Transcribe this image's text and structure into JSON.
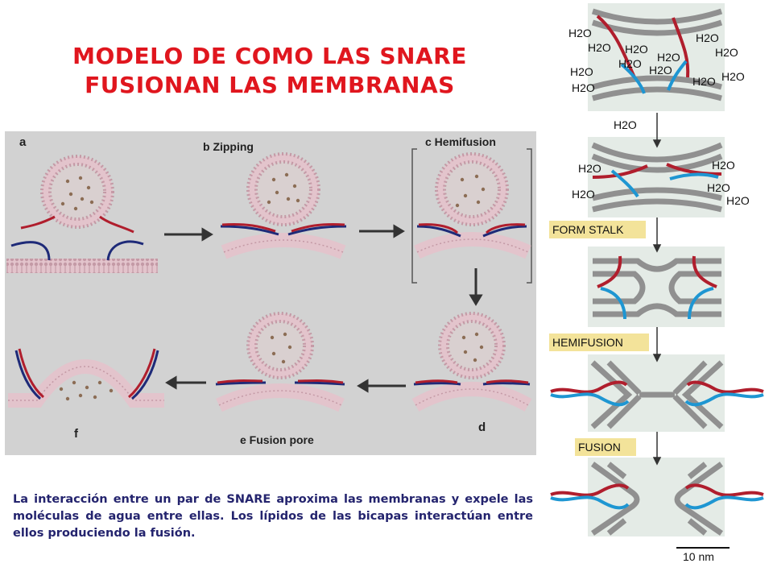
{
  "title": {
    "line1": "MODELO DE COMO LAS SNARE",
    "line2": "FUSIONAN LAS MEMBRANAS"
  },
  "caption": "La interacción entre un par de SNARE aproxima las membranas y expele las moléculas de agua entre ellas. Los lípidos de las bicapas interactúan entre ellos produciendo la fusión.",
  "left_figure": {
    "panel_a": "a",
    "panel_b": "b Zipping",
    "panel_c": "c Hemifusion",
    "panel_d": "d",
    "panel_e": "e Fusion pore",
    "panel_f": "f"
  },
  "right_figure": {
    "water_label": "H2O",
    "stage_form_stalk": "FORM STALK",
    "stage_hemifusion": "HEMIFUSION",
    "stage_fusion": "FUSION",
    "scale_bar": "10 nm"
  },
  "colors": {
    "title_red": "#e0161e",
    "caption_navy": "#24246e",
    "snare_red": "#b01e2d",
    "snare_blue": "#1e96d2",
    "snare_navy": "#1e2a78",
    "membrane_pink": "#e8c9d0",
    "membrane_gray": "#909090",
    "left_panel_bg": "#d2d2d2",
    "right_panel_bg": "#e4ebe6",
    "stage_label_bg": "#f3e39a"
  }
}
